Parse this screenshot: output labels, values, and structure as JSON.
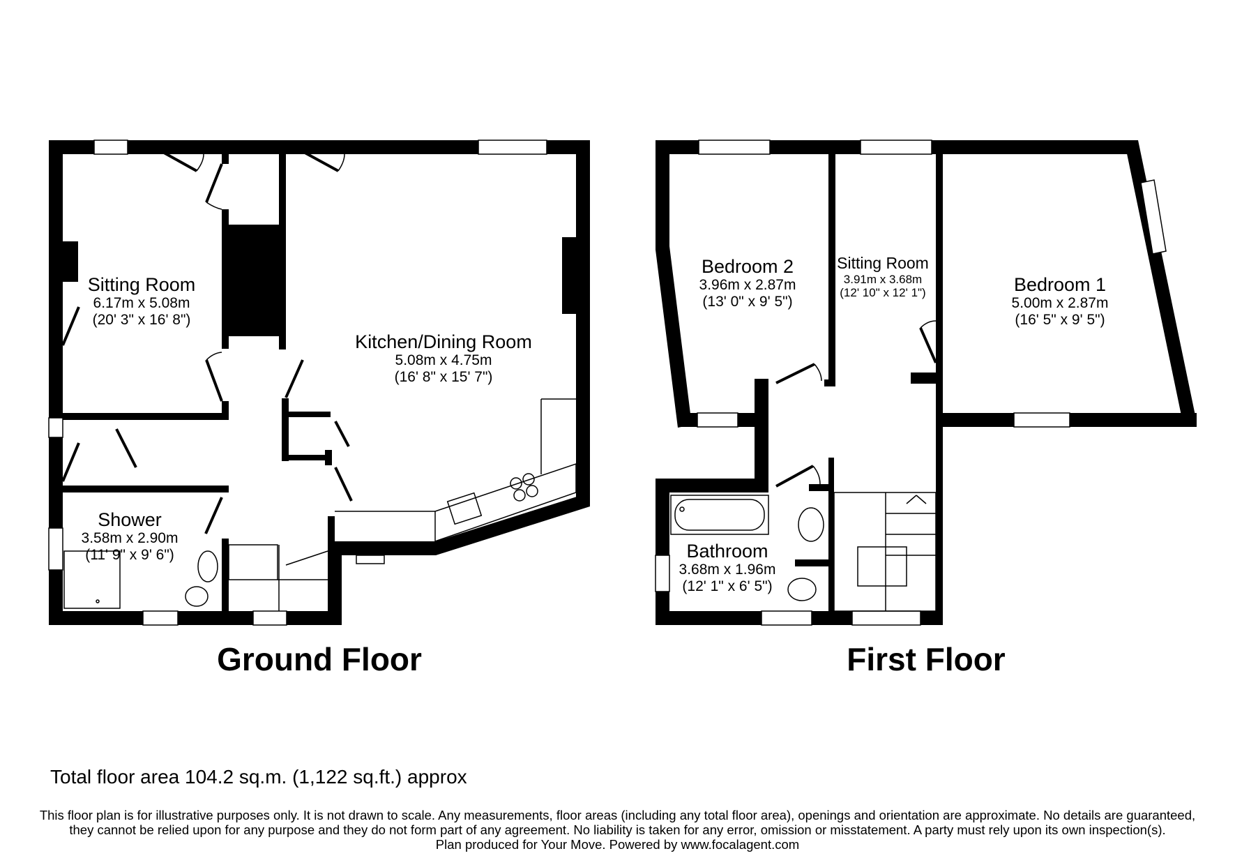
{
  "floors": [
    {
      "title": "Ground Floor",
      "rooms": [
        {
          "name": "Sitting Room",
          "metric": "6.17m x 5.08m",
          "imperial": "(20' 3\" x 16' 8\")"
        },
        {
          "name": "Kitchen/Dining Room",
          "metric": "5.08m x 4.75m",
          "imperial": "(16' 8\" x 15' 7\")"
        },
        {
          "name": "Shower",
          "metric": "3.58m x 2.90m",
          "imperial": "(11' 9\" x 9' 6\")"
        }
      ]
    },
    {
      "title": "First Floor",
      "rooms": [
        {
          "name": "Bedroom 2",
          "metric": "3.96m x 2.87m",
          "imperial": "(13' 0\" x 9' 5\")"
        },
        {
          "name": "Sitting Room",
          "metric": "3.91m x 3.68m",
          "imperial": "(12' 10\" x 12' 1\")"
        },
        {
          "name": "Bedroom 1",
          "metric": "5.00m x 2.87m",
          "imperial": "(16' 5\" x 9' 5\")"
        },
        {
          "name": "Bathroom",
          "metric": "3.68m x 1.96m",
          "imperial": "(12' 1\" x 6' 5\")"
        }
      ]
    }
  ],
  "total_area": "Total floor area 104.2 sq.m. (1,122 sq.ft.) approx",
  "disclaimer": {
    "line1": "This floor plan is for illustrative purposes only. It is not drawn to scale. Any measurements, floor areas (including any total floor area), openings and orientation are approximate. No details are guaranteed,",
    "line2": "they cannot be relied upon for any purpose and they do not form part of any agreement. No liability is taken for any error, omission or misstatement. A party must rely upon its own inspection(s).",
    "line3": "Plan produced for Your Move. Powered by www.focalagent.com"
  },
  "colors": {
    "wall": "#000000",
    "background": "#ffffff",
    "fixture": "#000000"
  }
}
